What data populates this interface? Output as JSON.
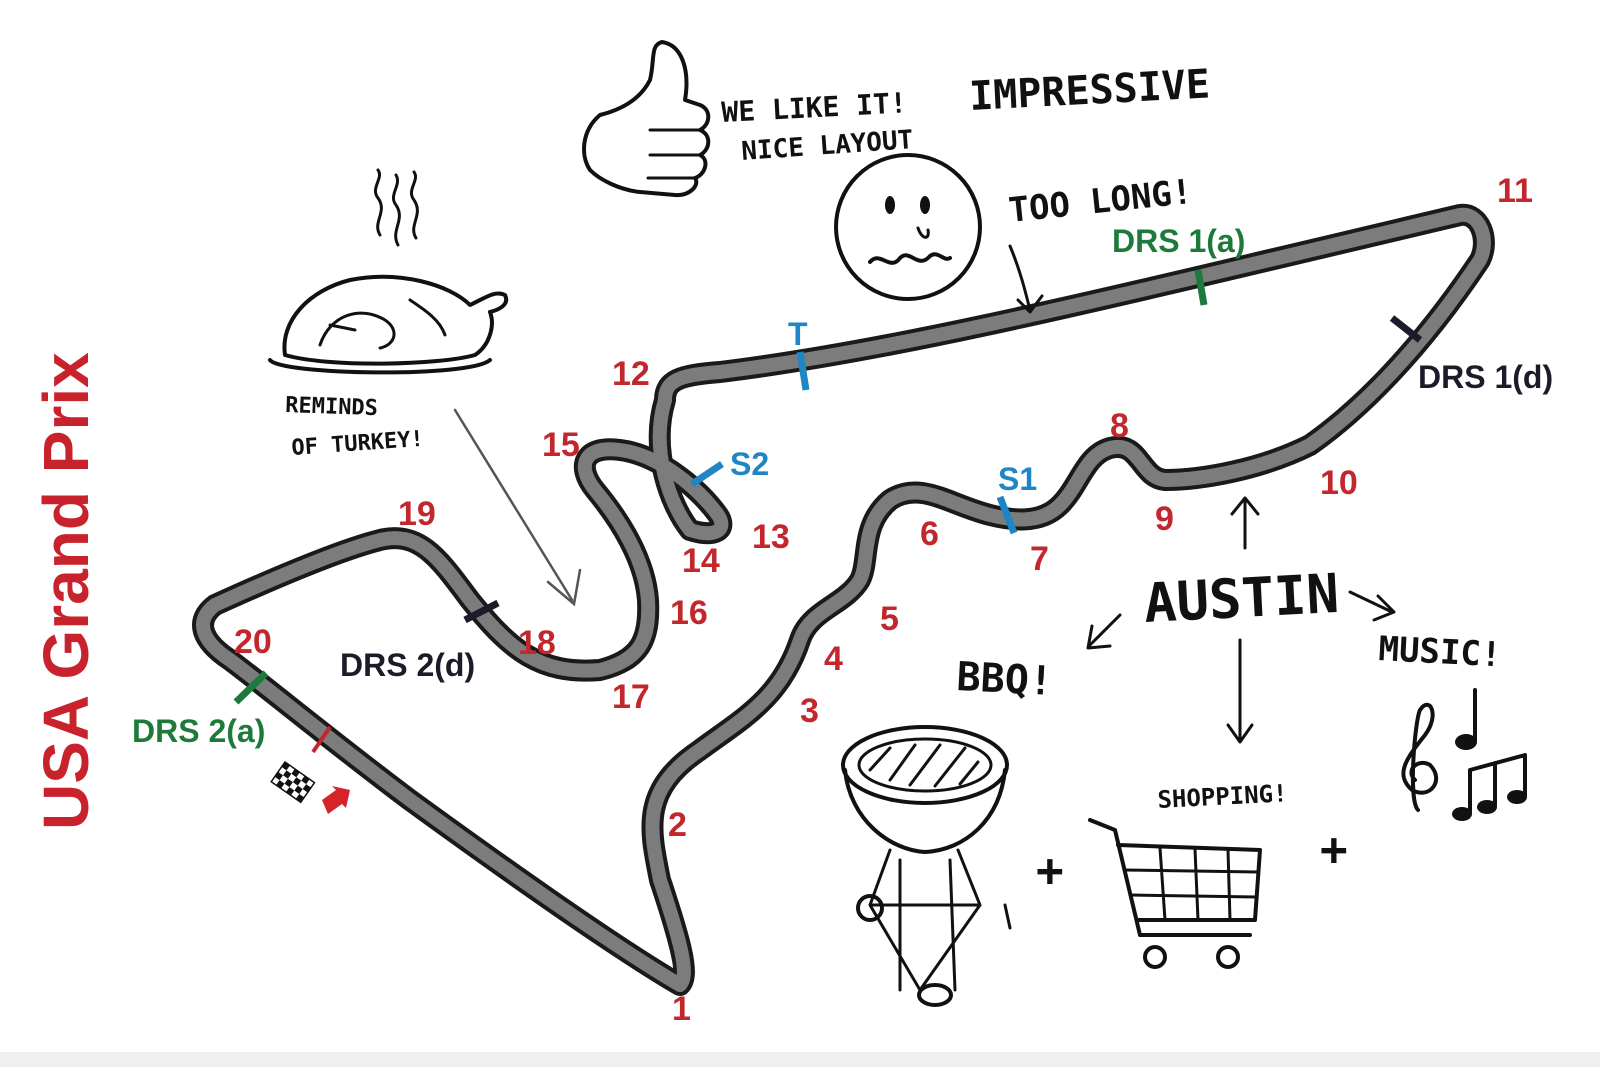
{
  "title": "USA Grand Prix",
  "colors": {
    "title": "#c8232c",
    "turn_numbers": "#c1272d",
    "drs_activation": "#1e7a3a",
    "drs_detection": "#1b1b2a",
    "sector": "#1f86c6",
    "track": "#7c7c7c"
  },
  "turns": [
    "1",
    "2",
    "3",
    "4",
    "5",
    "6",
    "7",
    "8",
    "9",
    "10",
    "11",
    "12",
    "13",
    "14",
    "15",
    "16",
    "17",
    "18",
    "19",
    "20"
  ],
  "markers": {
    "drs1a": "DRS 1(a)",
    "drs1d": "DRS 1(d)",
    "drs2a": "DRS 2(a)",
    "drs2d": "DRS 2(d)",
    "s1": "S1",
    "s2": "S2",
    "trap": "T"
  },
  "notes": {
    "we_like_it": "WE LIKE IT!",
    "impressive": "IMPRESSIVE",
    "nice_layout": "NICE LAYOUT",
    "too_long": "TOO LONG!",
    "reminds": "REMINDS",
    "of_turkey": "OF TURKEY!",
    "austin": "AUSTIN",
    "bbq": "BBQ!",
    "music": "MUSIC!",
    "shopping": "SHOPPING!",
    "plus_1": "+",
    "plus_2": "+"
  },
  "icons": [
    "thumbs-up-icon",
    "sad-face-icon",
    "roast-turkey-icon",
    "checkered-flag-icon",
    "bbq-grill-icon",
    "shopping-cart-icon",
    "music-notes-icon"
  ]
}
